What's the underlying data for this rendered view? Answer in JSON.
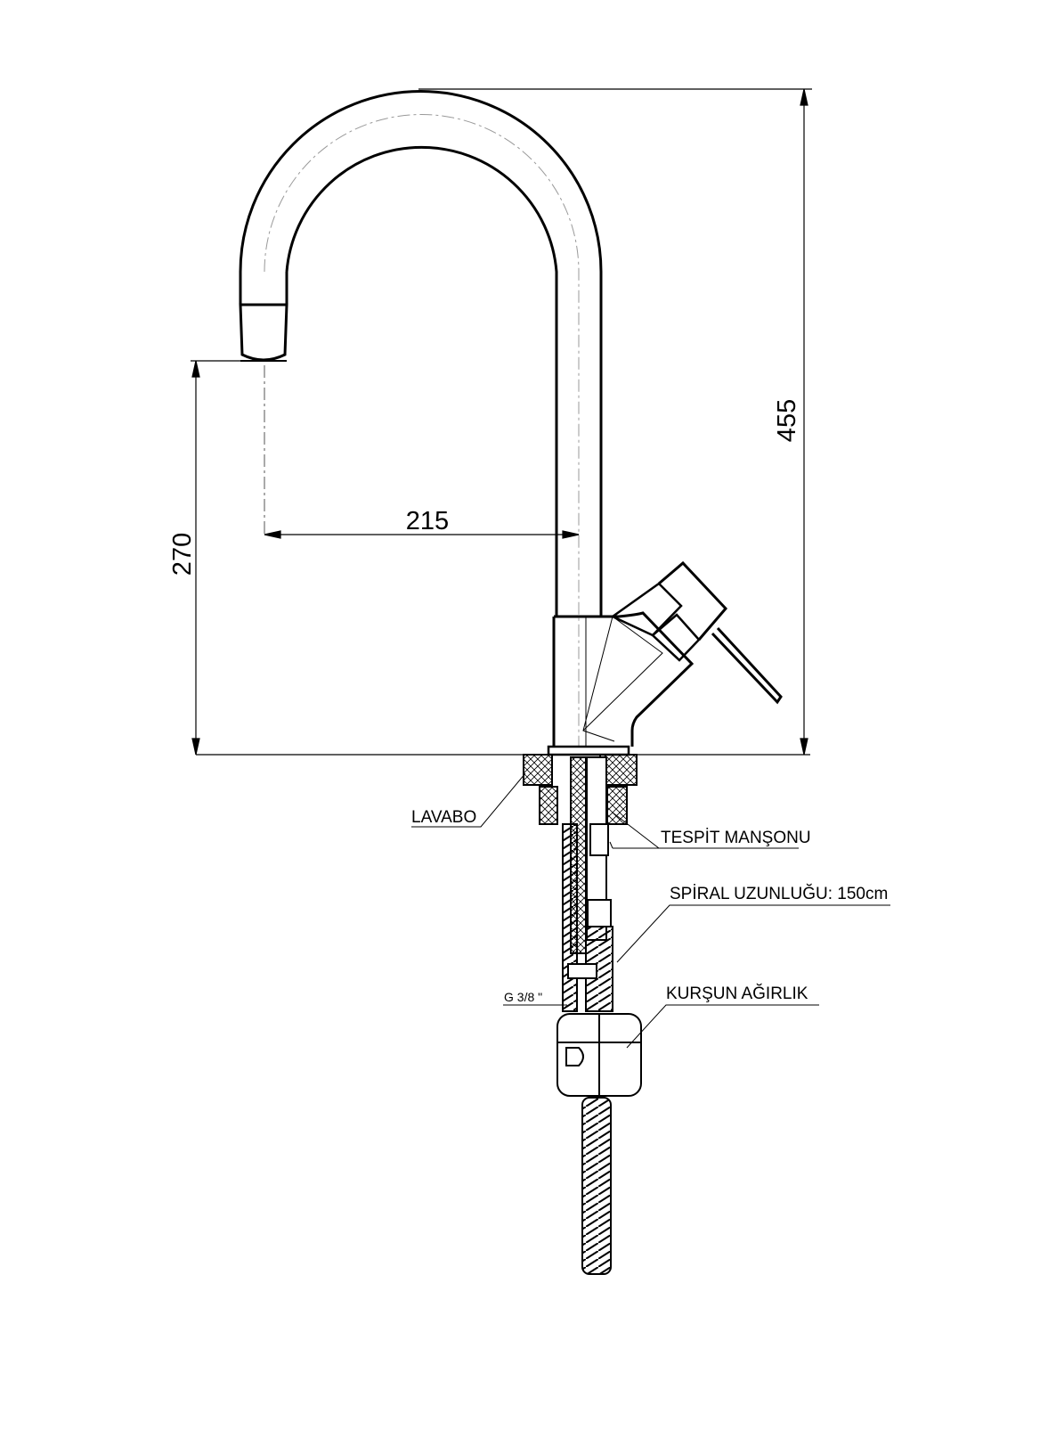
{
  "dimensions": {
    "height_total": "455",
    "spout_height": "270",
    "reach": "215"
  },
  "labels": {
    "sink": "LAVABO",
    "fixing_sleeve": "TESPİT MANŞONU",
    "spiral_length": "SPİRAL UZUNLUĞU: 150cm",
    "thread": "G 3/8 \"",
    "lead_weight": "KURŞUN AĞIRLIK"
  }
}
